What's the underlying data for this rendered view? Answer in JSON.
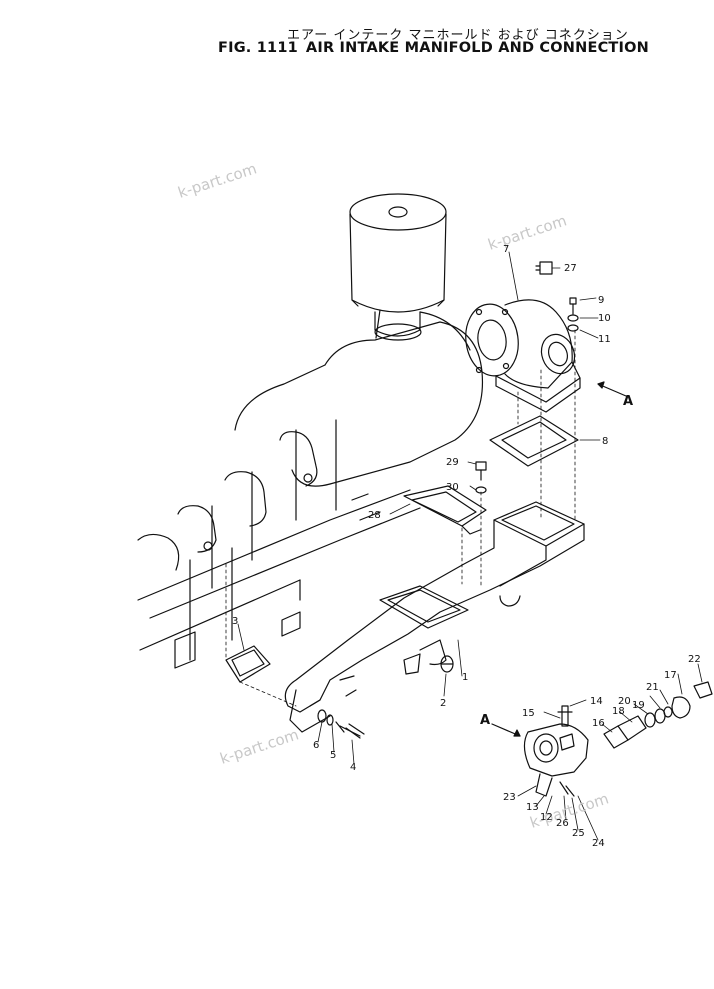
{
  "header": {
    "title_jp": "エアー インテーク マニホールド および コネクション",
    "fig_number": "FIG. 1111",
    "title_en": "AIR INTAKE MANIFOLD AND CONNECTION"
  },
  "watermarks": [
    "k-part.com",
    "k-part.com",
    "k-part.com",
    "k-part.com"
  ],
  "view_label": "A",
  "callouts": [
    "1",
    "2",
    "3",
    "4",
    "5",
    "6",
    "7",
    "8",
    "9",
    "10",
    "11",
    "12",
    "13",
    "14",
    "15",
    "16",
    "17",
    "18",
    "19",
    "20",
    "21",
    "22",
    "23",
    "24",
    "25",
    "26",
    "27",
    "28",
    "29",
    "30"
  ]
}
